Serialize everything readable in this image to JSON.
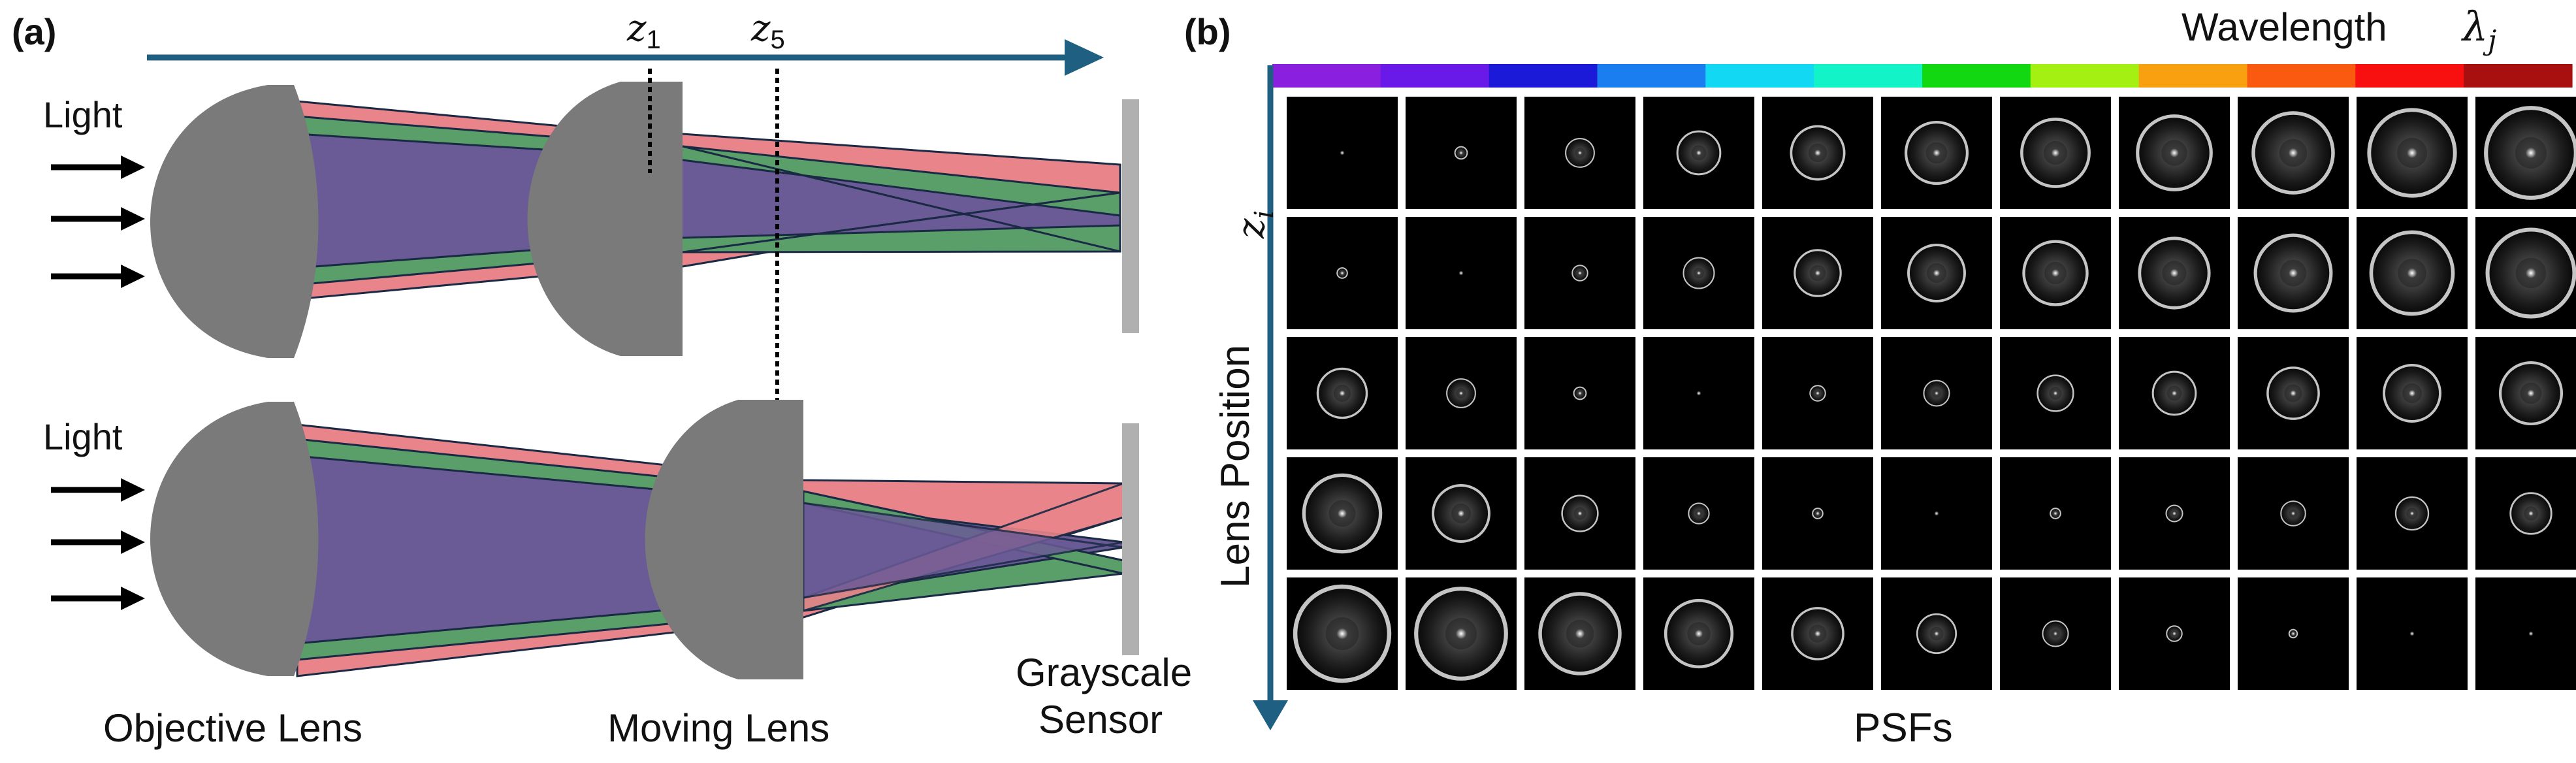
{
  "panel_a": {
    "label": "(a)",
    "z_first": "z",
    "z_first_sub": "1",
    "z_last": "z",
    "z_last_sub": "5",
    "light_label": "Light",
    "objective_lens": "Objective Lens",
    "moving_lens": "Moving Lens",
    "sensor_line1": "Grayscale",
    "sensor_line2": "Sensor"
  },
  "panel_b": {
    "label": "(b)",
    "wavelength_label": "Wavelength",
    "lambda_sym": "λ",
    "lambda_sub": "j",
    "z_sym": "z",
    "z_sub": "i",
    "row_axis_label": "Lens Position",
    "bottom_label": "PSFs",
    "colors": {
      "axis": "#1f5f82",
      "red_beam": "#e8848a",
      "green_beam": "#5a9e6a",
      "purple_beam": "#6a5a96",
      "lens": "#7a7a7a",
      "sensor": "#b0b0b0"
    },
    "spectrum_colors": [
      "#8a1fe0",
      "#6a1ae8",
      "#1a1ad8",
      "#1a7ef0",
      "#12d8f4",
      "#12f4c8",
      "#12d812",
      "#a4f012",
      "#f8a010",
      "#fa5a10",
      "#f81010",
      "#a81010"
    ],
    "psf_grid": [
      [
        0.03,
        0.12,
        0.28,
        0.42,
        0.52,
        0.6,
        0.66,
        0.72,
        0.78,
        0.84,
        0.88
      ],
      [
        0.1,
        0.03,
        0.15,
        0.3,
        0.45,
        0.55,
        0.62,
        0.68,
        0.74,
        0.8,
        0.85
      ],
      [
        0.48,
        0.28,
        0.12,
        0.03,
        0.15,
        0.25,
        0.35,
        0.42,
        0.5,
        0.55,
        0.6
      ],
      [
        0.75,
        0.55,
        0.35,
        0.2,
        0.1,
        0.03,
        0.1,
        0.16,
        0.24,
        0.32,
        0.4
      ],
      [
        0.92,
        0.88,
        0.78,
        0.65,
        0.5,
        0.38,
        0.25,
        0.15,
        0.08,
        0.05,
        0.03
      ]
    ]
  }
}
